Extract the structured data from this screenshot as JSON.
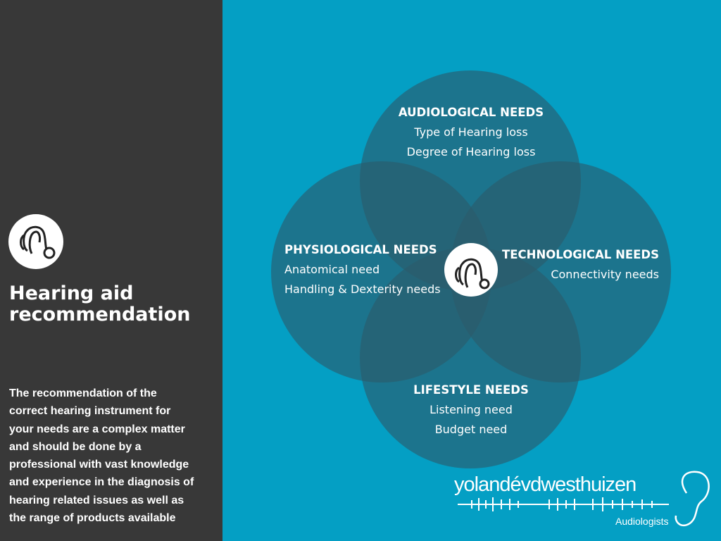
{
  "sidebar": {
    "title": "Hearing aid recommendation",
    "description": "The recommendation of the\ncorrect hearing instrument for\nyour needs are a complex matter\nand should be done by a\nprofessional with vast knowledge\nand experience in the diagnosis of\nhearing related issues as well as\n the range of products available",
    "icon": "hearing-aid-icon"
  },
  "venn": {
    "audiological": {
      "title": "AUDIOLOGICAL NEEDS",
      "items": [
        "Type of Hearing loss",
        "Degree of Hearing loss"
      ]
    },
    "physiological": {
      "title": "PHYSIOLOGICAL NEEDS",
      "items": [
        "Anatomical need",
        "Handling & Dexterity needs"
      ]
    },
    "technological": {
      "title": "TECHNOLOGICAL NEEDS",
      "items": [
        "Connectivity needs"
      ]
    },
    "lifestyle": {
      "title": "LIFESTYLE NEEDS",
      "items": [
        "Listening need",
        "Budget need"
      ]
    }
  },
  "logo": {
    "name": "yolandévdwesthuizen",
    "subtitle": "Audiologists"
  },
  "colors": {
    "sidebar": "#383838",
    "background": "#049fc4",
    "circle": "#2b5a6b"
  }
}
